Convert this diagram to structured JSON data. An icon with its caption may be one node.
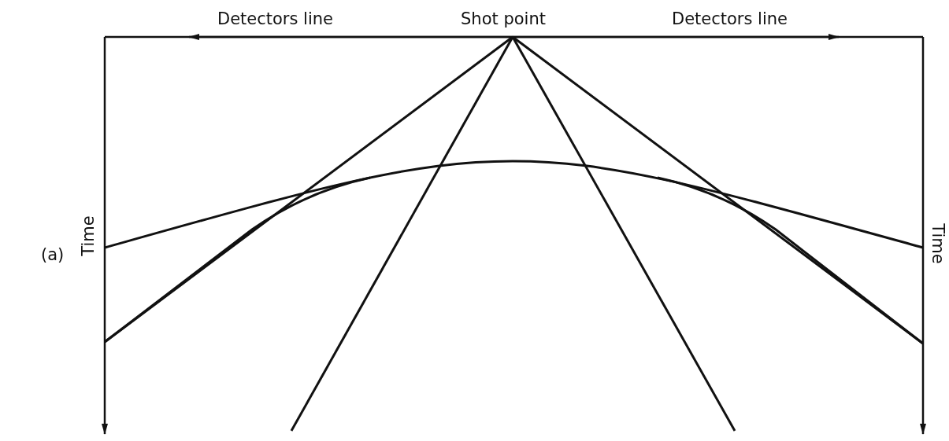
{
  "diagram": {
    "labels": [
      "Detectors line",
      "Shot point",
      "Detectors line",
      "(a)",
      "Time",
      "Time"
    ]
  }
}
